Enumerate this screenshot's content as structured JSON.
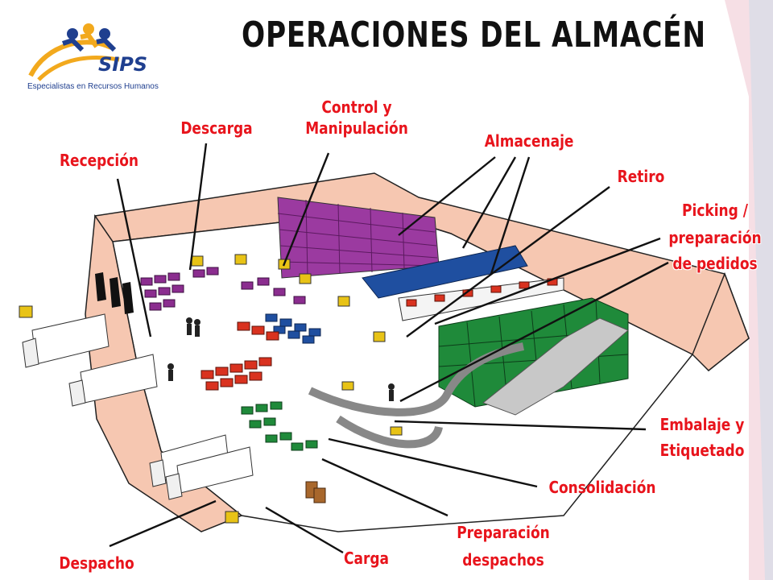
{
  "title": "OPERACIONES DEL ALMACÉN",
  "logo": {
    "brand": "SIPS",
    "tagline": "Especialistas en Recursos Humanos"
  },
  "labels": {
    "recepcion": "Recepción",
    "descarga": "Descarga",
    "control_line1": "Control  y",
    "control_line2": "Manipulación",
    "almacenaje": "Almacenaje",
    "retiro": "Retiro",
    "picking_line1": "Picking /",
    "picking_line2": "preparación",
    "picking_line3": "de pedidos",
    "embalaje_line1": "Embalaje  y",
    "embalaje_line2": "Etiquetado",
    "consolidacion": "Consolidación",
    "preparacion_line1": "Preparación",
    "preparacion_line2": "despachos",
    "carga": "Carga",
    "despacho": "Despacho"
  },
  "colors": {
    "label_red": "#e8141c",
    "wall": "#f6c7b1",
    "floor": "#ffffff",
    "purple_stock": "#8b2d8f",
    "blue_stock": "#1f4fa0",
    "red_stock": "#d9321f",
    "green_stock": "#1f8a3a",
    "forklift": "#e8c316",
    "slide_right": "#e4a9b8"
  }
}
